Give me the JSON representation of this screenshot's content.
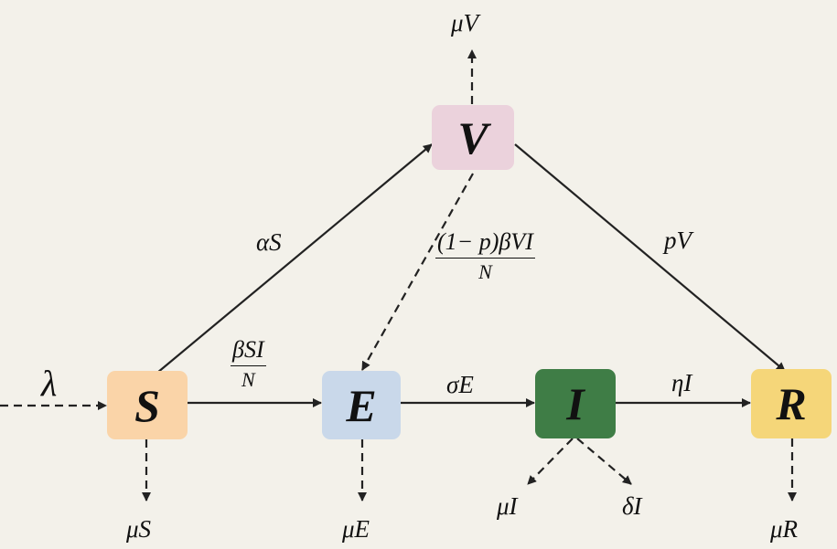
{
  "compartments": {
    "S": {
      "label": "S",
      "color": "#fad4a8"
    },
    "V": {
      "label": "V",
      "color": "#ebd2dc"
    },
    "E": {
      "label": "E",
      "color": "#c9d8ea"
    },
    "I": {
      "label": "I",
      "color": "#3f7d46"
    },
    "R": {
      "label": "R",
      "color": "#f5d679"
    }
  },
  "flows": {
    "recruitment": "λ",
    "vaccination": "αS",
    "vaccine_waning": "pV",
    "infection_num": "βSI",
    "infection_den": "N",
    "breakthrough_num": "(1− p)βVI",
    "breakthrough_den": "N",
    "incubation": "σE",
    "recovery": "ηI"
  },
  "deaths": {
    "S": "μS",
    "V": "μV",
    "E": "μE",
    "I_natural": "μI",
    "I_disease": "δI",
    "R": "μR"
  }
}
